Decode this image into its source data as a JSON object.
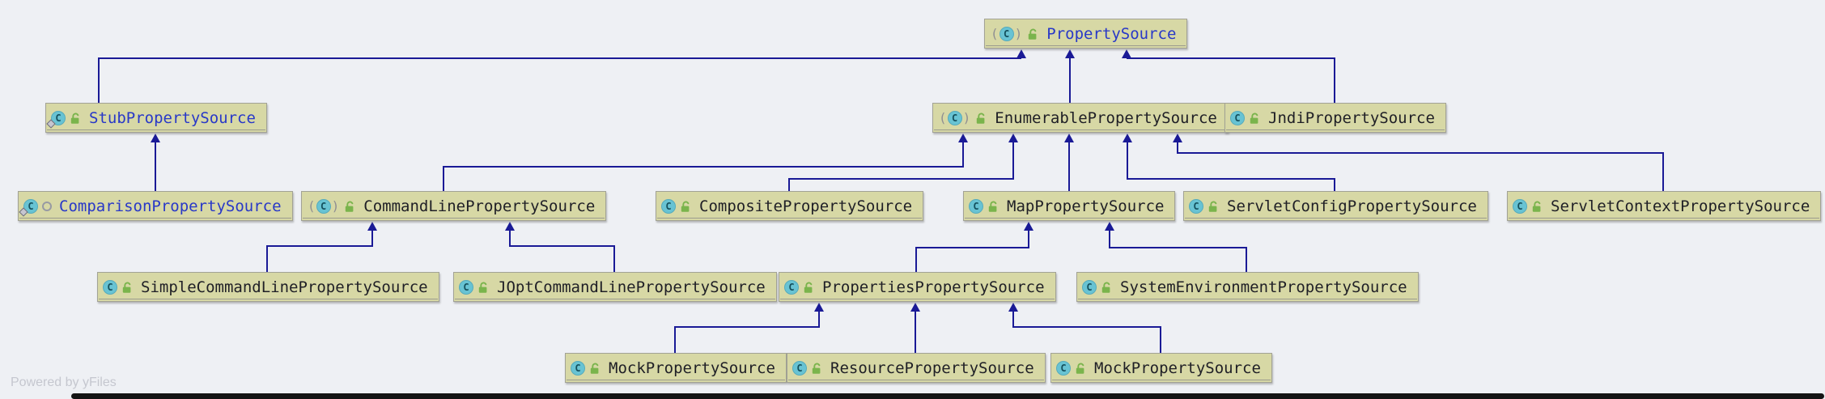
{
  "diagram": {
    "watermark": "Powered by yFiles",
    "colors": {
      "background": "#eef0f4",
      "node_fill": "#d7d8a5",
      "node_border": "#a2a295",
      "edge": "#1a1a96",
      "label_blue": "#2838c8",
      "label_dark": "#1f1f26",
      "class_icon_fill": "#68c3d3",
      "lock_green": "#7ab44c",
      "watermark_gray": "#c5c7cf"
    },
    "nodes": [
      {
        "id": "property-source",
        "label": "PropertySource",
        "abstract": true,
        "static": false,
        "visibility": "public",
        "emphasis": "blue"
      },
      {
        "id": "stub-property-source",
        "label": "StubPropertySource",
        "abstract": false,
        "static": true,
        "visibility": "public",
        "emphasis": "blue"
      },
      {
        "id": "enumerable-property-source",
        "label": "EnumerablePropertySource",
        "abstract": true,
        "static": false,
        "visibility": "public",
        "emphasis": "dark"
      },
      {
        "id": "jndi-property-source",
        "label": "JndiPropertySource",
        "abstract": false,
        "static": false,
        "visibility": "public",
        "emphasis": "dark"
      },
      {
        "id": "comparison-property-source",
        "label": "ComparisonPropertySource",
        "abstract": false,
        "static": true,
        "visibility": "local",
        "emphasis": "blue"
      },
      {
        "id": "command-line-property-source",
        "label": "CommandLinePropertySource",
        "abstract": true,
        "static": false,
        "visibility": "public",
        "emphasis": "dark"
      },
      {
        "id": "composite-property-source",
        "label": "CompositePropertySource",
        "abstract": false,
        "static": false,
        "visibility": "public",
        "emphasis": "dark"
      },
      {
        "id": "map-property-source",
        "label": "MapPropertySource",
        "abstract": false,
        "static": false,
        "visibility": "public",
        "emphasis": "dark"
      },
      {
        "id": "servlet-config-property-source",
        "label": "ServletConfigPropertySource",
        "abstract": false,
        "static": false,
        "visibility": "public",
        "emphasis": "dark"
      },
      {
        "id": "servlet-context-property-source",
        "label": "ServletContextPropertySource",
        "abstract": false,
        "static": false,
        "visibility": "public",
        "emphasis": "dark"
      },
      {
        "id": "simple-command-line-property-source",
        "label": "SimpleCommandLinePropertySource",
        "abstract": false,
        "static": false,
        "visibility": "public",
        "emphasis": "dark"
      },
      {
        "id": "jopt-command-line-property-source",
        "label": "JOptCommandLinePropertySource",
        "abstract": false,
        "static": false,
        "visibility": "public",
        "emphasis": "dark"
      },
      {
        "id": "properties-property-source",
        "label": "PropertiesPropertySource",
        "abstract": false,
        "static": false,
        "visibility": "public",
        "emphasis": "dark"
      },
      {
        "id": "system-environment-property-source",
        "label": "SystemEnvironmentPropertySource",
        "abstract": false,
        "static": false,
        "visibility": "public",
        "emphasis": "dark"
      },
      {
        "id": "mock-property-source-1",
        "label": "MockPropertySource",
        "abstract": false,
        "static": false,
        "visibility": "public",
        "emphasis": "dark"
      },
      {
        "id": "resource-property-source",
        "label": "ResourcePropertySource",
        "abstract": false,
        "static": false,
        "visibility": "public",
        "emphasis": "dark"
      },
      {
        "id": "mock-property-source-2",
        "label": "MockPropertySource",
        "abstract": false,
        "static": false,
        "visibility": "public",
        "emphasis": "dark"
      }
    ],
    "edges": [
      {
        "from": "stub-property-source",
        "to": "property-source"
      },
      {
        "from": "enumerable-property-source",
        "to": "property-source"
      },
      {
        "from": "jndi-property-source",
        "to": "property-source"
      },
      {
        "from": "comparison-property-source",
        "to": "stub-property-source"
      },
      {
        "from": "command-line-property-source",
        "to": "enumerable-property-source"
      },
      {
        "from": "composite-property-source",
        "to": "enumerable-property-source"
      },
      {
        "from": "map-property-source",
        "to": "enumerable-property-source"
      },
      {
        "from": "servlet-config-property-source",
        "to": "enumerable-property-source"
      },
      {
        "from": "servlet-context-property-source",
        "to": "enumerable-property-source"
      },
      {
        "from": "simple-command-line-property-source",
        "to": "command-line-property-source"
      },
      {
        "from": "jopt-command-line-property-source",
        "to": "command-line-property-source"
      },
      {
        "from": "properties-property-source",
        "to": "map-property-source"
      },
      {
        "from": "system-environment-property-source",
        "to": "map-property-source"
      },
      {
        "from": "mock-property-source-1",
        "to": "properties-property-source"
      },
      {
        "from": "resource-property-source",
        "to": "properties-property-source"
      },
      {
        "from": "mock-property-source-2",
        "to": "properties-property-source"
      }
    ]
  }
}
